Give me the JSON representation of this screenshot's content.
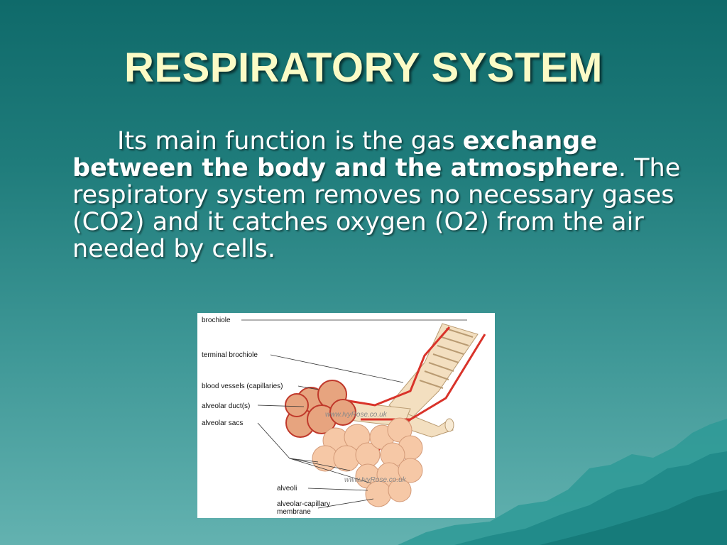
{
  "slide": {
    "title": "RESPIRATORY SYSTEM",
    "paragraph": {
      "part1": "Its main function is the gas ",
      "bold1": "exchange between the body and the atmosphere",
      "part2": ". The respiratory system removes no necessary gases (CO2) and it catches oxygen (O2) from the air needed by cells."
    }
  },
  "diagram": {
    "labels": {
      "brochiole": "brochiole",
      "terminal_brochiole": "terminal brochiole",
      "blood_vessels": "blood vessels (capillaries)",
      "alveolar_ducts": "alveolar duct(s)",
      "alveolar_sacs": "alveolar sacs",
      "alveoli": "alveoli",
      "membrane_line1": "alveolar-capillary",
      "membrane_line2": "membrane"
    },
    "watermark": "www.IvyRose.co.uk"
  },
  "colors": {
    "title": "#fbfbc6",
    "text": "#ffffff",
    "background_top": "#0f6a6a",
    "background_bottom": "#63b2b0",
    "alveoli_fill": "#f6c8a6",
    "vessel": "#d9332a"
  }
}
